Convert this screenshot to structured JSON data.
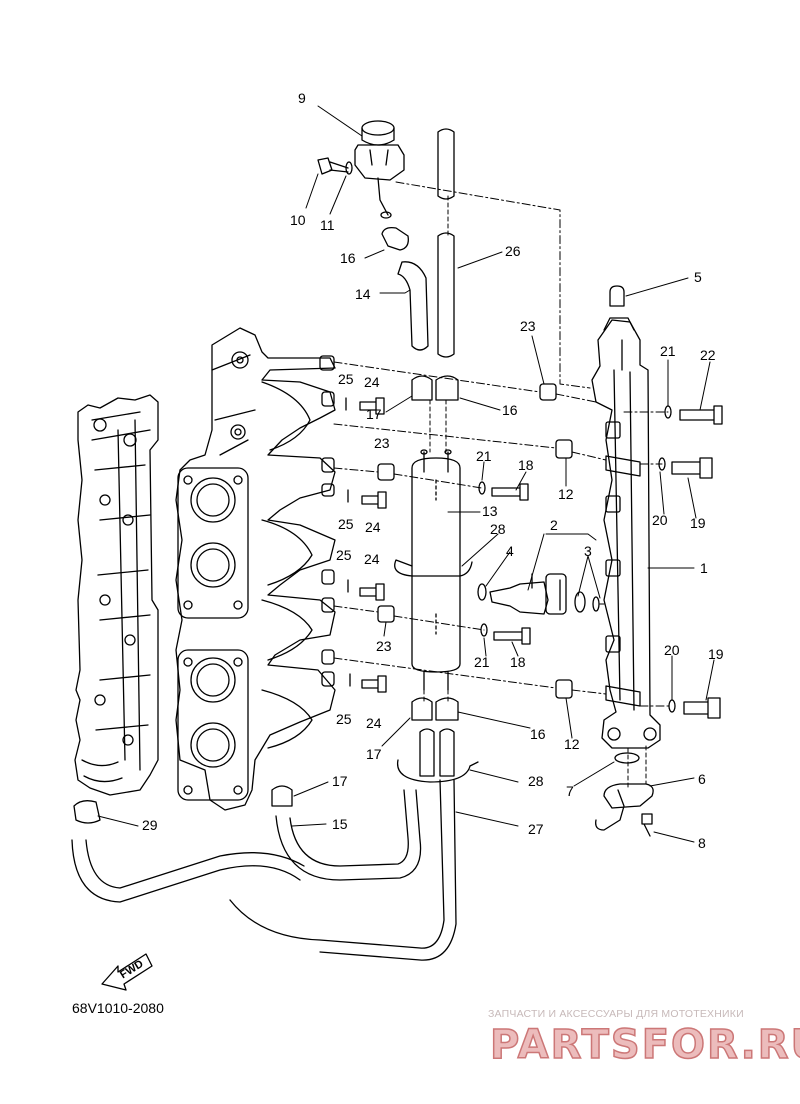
{
  "diagram": {
    "callouts": [
      {
        "id": "c9",
        "text": "9"
      },
      {
        "id": "c10",
        "text": "10"
      },
      {
        "id": "c11",
        "text": "11"
      },
      {
        "id": "c16a",
        "text": "16"
      },
      {
        "id": "c14",
        "text": "14"
      },
      {
        "id": "c26",
        "text": "26"
      },
      {
        "id": "c5",
        "text": "5"
      },
      {
        "id": "c23a",
        "text": "23"
      },
      {
        "id": "c21a",
        "text": "21"
      },
      {
        "id": "c22",
        "text": "22"
      },
      {
        "id": "c25a",
        "text": "25"
      },
      {
        "id": "c24a",
        "text": "24"
      },
      {
        "id": "c17a",
        "text": "17"
      },
      {
        "id": "c16b",
        "text": "16"
      },
      {
        "id": "c23b",
        "text": "23"
      },
      {
        "id": "c21b",
        "text": "21"
      },
      {
        "id": "c18a",
        "text": "18"
      },
      {
        "id": "c12a",
        "text": "12"
      },
      {
        "id": "c19a",
        "text": "19"
      },
      {
        "id": "c20a",
        "text": "20"
      },
      {
        "id": "c13",
        "text": "13"
      },
      {
        "id": "c25b",
        "text": "25"
      },
      {
        "id": "c24b",
        "text": "24"
      },
      {
        "id": "c28a",
        "text": "28"
      },
      {
        "id": "c2",
        "text": "2"
      },
      {
        "id": "c4",
        "text": "4"
      },
      {
        "id": "c3",
        "text": "3"
      },
      {
        "id": "c1",
        "text": "1"
      },
      {
        "id": "c25c",
        "text": "25"
      },
      {
        "id": "c24c",
        "text": "24"
      },
      {
        "id": "c23c",
        "text": "23"
      },
      {
        "id": "c21c",
        "text": "21"
      },
      {
        "id": "c18b",
        "text": "18"
      },
      {
        "id": "c20b",
        "text": "20"
      },
      {
        "id": "c19b",
        "text": "19"
      },
      {
        "id": "c25d",
        "text": "25"
      },
      {
        "id": "c24d",
        "text": "24"
      },
      {
        "id": "c12b",
        "text": "12"
      },
      {
        "id": "c16c",
        "text": "16"
      },
      {
        "id": "c17b",
        "text": "17"
      },
      {
        "id": "c7",
        "text": "7"
      },
      {
        "id": "c6",
        "text": "6"
      },
      {
        "id": "c28b",
        "text": "28"
      },
      {
        "id": "c17c",
        "text": "17"
      },
      {
        "id": "c15",
        "text": "15"
      },
      {
        "id": "c27",
        "text": "27"
      },
      {
        "id": "c8",
        "text": "8"
      },
      {
        "id": "c29",
        "text": "29"
      }
    ],
    "fwd_label": "FWD",
    "diagram_code": "68V1010-2080"
  },
  "watermark": {
    "tagline": "ЗАПЧАСТИ И АКСЕССУАРЫ ДЛЯ МОТОТЕХНИКИ",
    "brand": "PARTSFOR.RU"
  }
}
